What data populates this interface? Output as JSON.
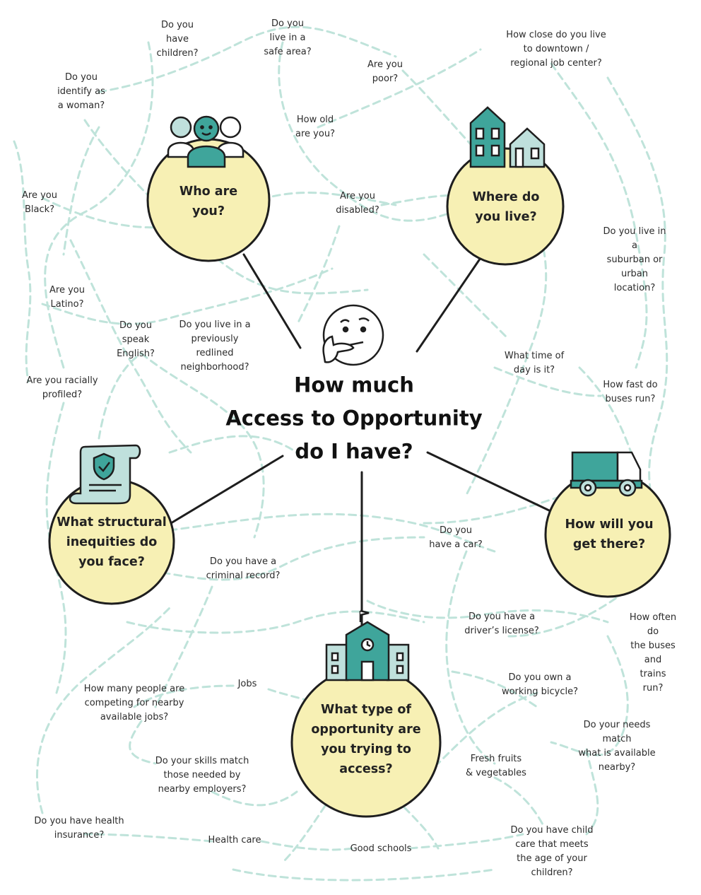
{
  "center": {
    "title": "How much\nAccess to Opportunity\ndo I have?",
    "icon": "thinking-face-icon"
  },
  "hubs": {
    "who": {
      "label": "Who are\nyou?",
      "icon": "people-group-icon"
    },
    "where": {
      "label": "Where do\nyou live?",
      "icon": "houses-icon"
    },
    "structural": {
      "label": "What structural\ninequities do\nyou face?",
      "icon": "shield-document-icon"
    },
    "transport": {
      "label": "How will you\nget there?",
      "icon": "delivery-truck-icon"
    },
    "opportunity": {
      "label": "What type of\nopportunity are\nyou trying to\naccess?",
      "icon": "school-building-icon"
    }
  },
  "questions": {
    "have_children": "Do you\nhave\nchildren?",
    "safe_area": "Do you\nlive in a\nsafe area?",
    "poor": "Are you\npoor?",
    "downtown": "How close do you live\nto downtown /\nregional job center?",
    "woman": "Do you\nidentify as\na woman?",
    "how_old": "How old\nare you?",
    "black": "Are you\nBlack?",
    "disabled": "Are you\ndisabled?",
    "suburban": "Do you live in a\nsuburban or urban\nlocation?",
    "latino": "Are you\nLatino?",
    "english": "Do you\nspeak\nEnglish?",
    "redlined": "Do you live in a\npreviously\nredlined\nneighborhood?",
    "time_of_day": "What time of\nday is it?",
    "profiled": "Are you racially\nprofiled?",
    "bus_speed": "How fast do\nbuses run?",
    "have_car": "Do you\nhave a car?",
    "criminal_record": "Do you have a\ncriminal record?",
    "drivers_license": "Do you have a\ndriver’s license?",
    "bus_frequency": "How often do\nthe buses and\ntrains run?",
    "bicycle": "Do you own a\nworking bicycle?",
    "competing_jobs": "How many people are\ncompeting for nearby\navailable jobs?",
    "jobs": "Jobs",
    "needs_match": "Do your needs match\nwhat is available\nnearby?",
    "skills_match": "Do your skills match\nthose needed by\nnearby employers?",
    "fresh_fruits": "Fresh fruits\n& vegetables",
    "health_insurance": "Do you have health\ninsurance?",
    "health_care": "Health care",
    "good_schools": "Good schools",
    "child_care": "Do you have child\ncare that meets\nthe age of your\nchildren?"
  },
  "colors": {
    "hub_fill": "#f7f0b4",
    "teal": "#3fa59b",
    "teal_light": "#bfe0dc",
    "dashed": "#bfe3da",
    "stroke": "#1e1e1e"
  }
}
